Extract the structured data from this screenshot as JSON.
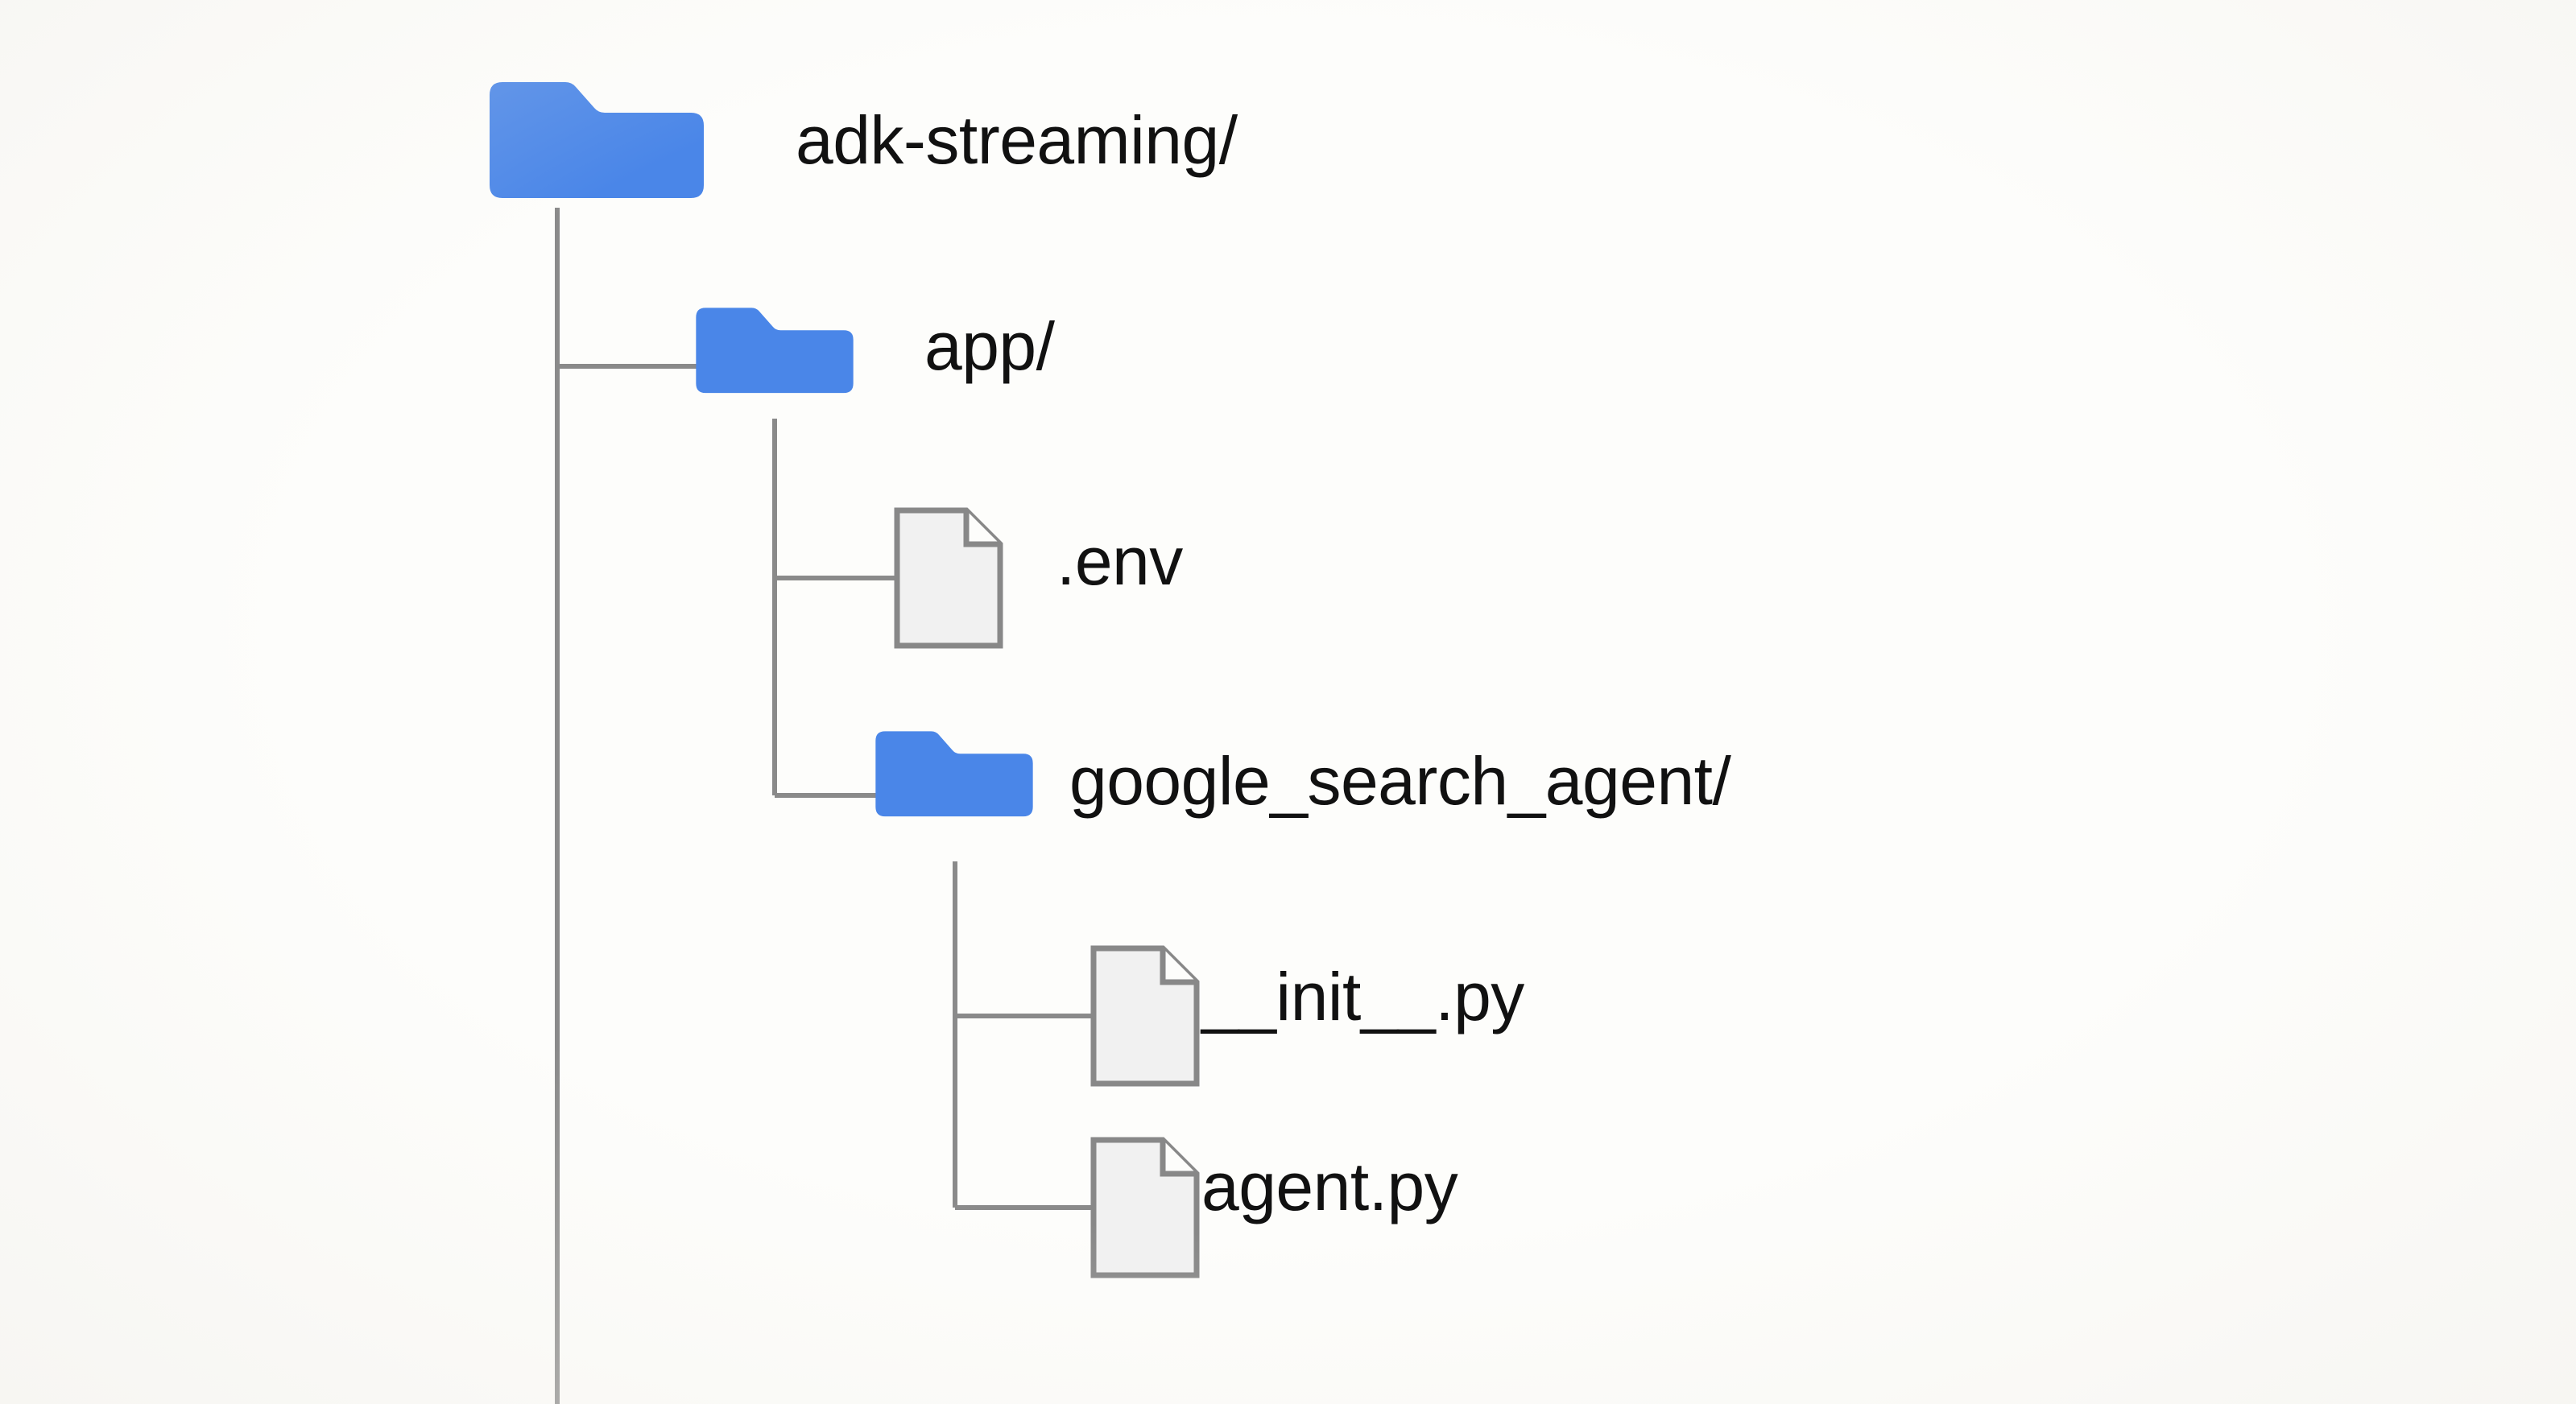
{
  "diagram": {
    "type": "file-tree",
    "title": "adk-streaming project structure",
    "background_color": "#fdfdfb",
    "folder_color": "#4a86e8",
    "file_fill_color": "#f1f1f1",
    "file_border_color": "#888888",
    "connector_color": "#8a8a8a",
    "text_color": "#111111"
  },
  "tree": {
    "root": {
      "name": "adk-streaming/",
      "icon": "folder-icon",
      "depth": 0,
      "children": [
        {
          "name": "app/",
          "icon": "folder-icon",
          "depth": 1,
          "children": [
            {
              "name": ".env",
              "icon": "file-icon",
              "depth": 2,
              "children": []
            },
            {
              "name": "google_search_agent/",
              "icon": "folder-icon",
              "depth": 2,
              "children": [
                {
                  "name": "__init__.py",
                  "icon": "file-icon",
                  "depth": 3,
                  "children": []
                },
                {
                  "name": "agent.py",
                  "icon": "file-icon",
                  "depth": 3,
                  "children": []
                }
              ]
            }
          ]
        }
      ]
    }
  },
  "nodes": {
    "root": {
      "label": "adk-streaming/",
      "icon": "folder-icon"
    },
    "app": {
      "label": "app/",
      "icon": "folder-icon"
    },
    "env": {
      "label": ".env",
      "icon": "file-icon"
    },
    "gsa": {
      "label": "google_search_agent/",
      "icon": "folder-icon"
    },
    "init": {
      "label": "__init__.py",
      "icon": "file-icon"
    },
    "agent": {
      "label": "agent.py",
      "icon": "file-icon"
    }
  }
}
